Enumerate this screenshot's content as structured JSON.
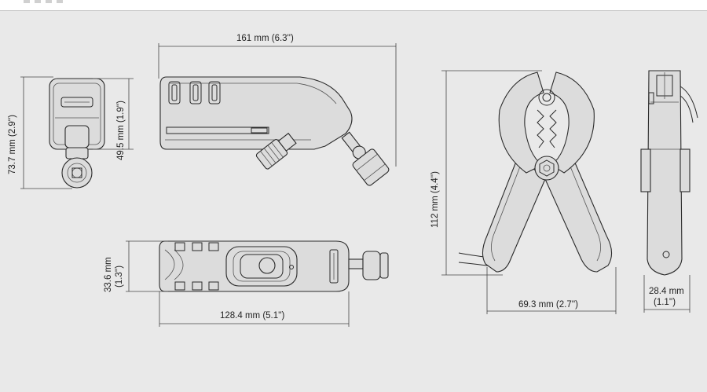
{
  "colors": {
    "background": "#e9e9e9",
    "line": "#2a2a2a",
    "fill": "#dcdcdc"
  },
  "dimensions": {
    "front_height": "73.7 mm (2.9'')",
    "front_body_height": "49.5 mm (1.9'')",
    "side_length": "161 mm (6.3'')",
    "top_width_mm": "33.6 mm",
    "top_width_in": "(1.3'')",
    "top_length": "128.4 mm (5.1'')",
    "clamp_height": "112 mm (4.4'')",
    "clamp_width": "69.3 mm (2.7'')",
    "clamp_side_mm": "28.4 mm",
    "clamp_side_in": "(1.1'')"
  }
}
